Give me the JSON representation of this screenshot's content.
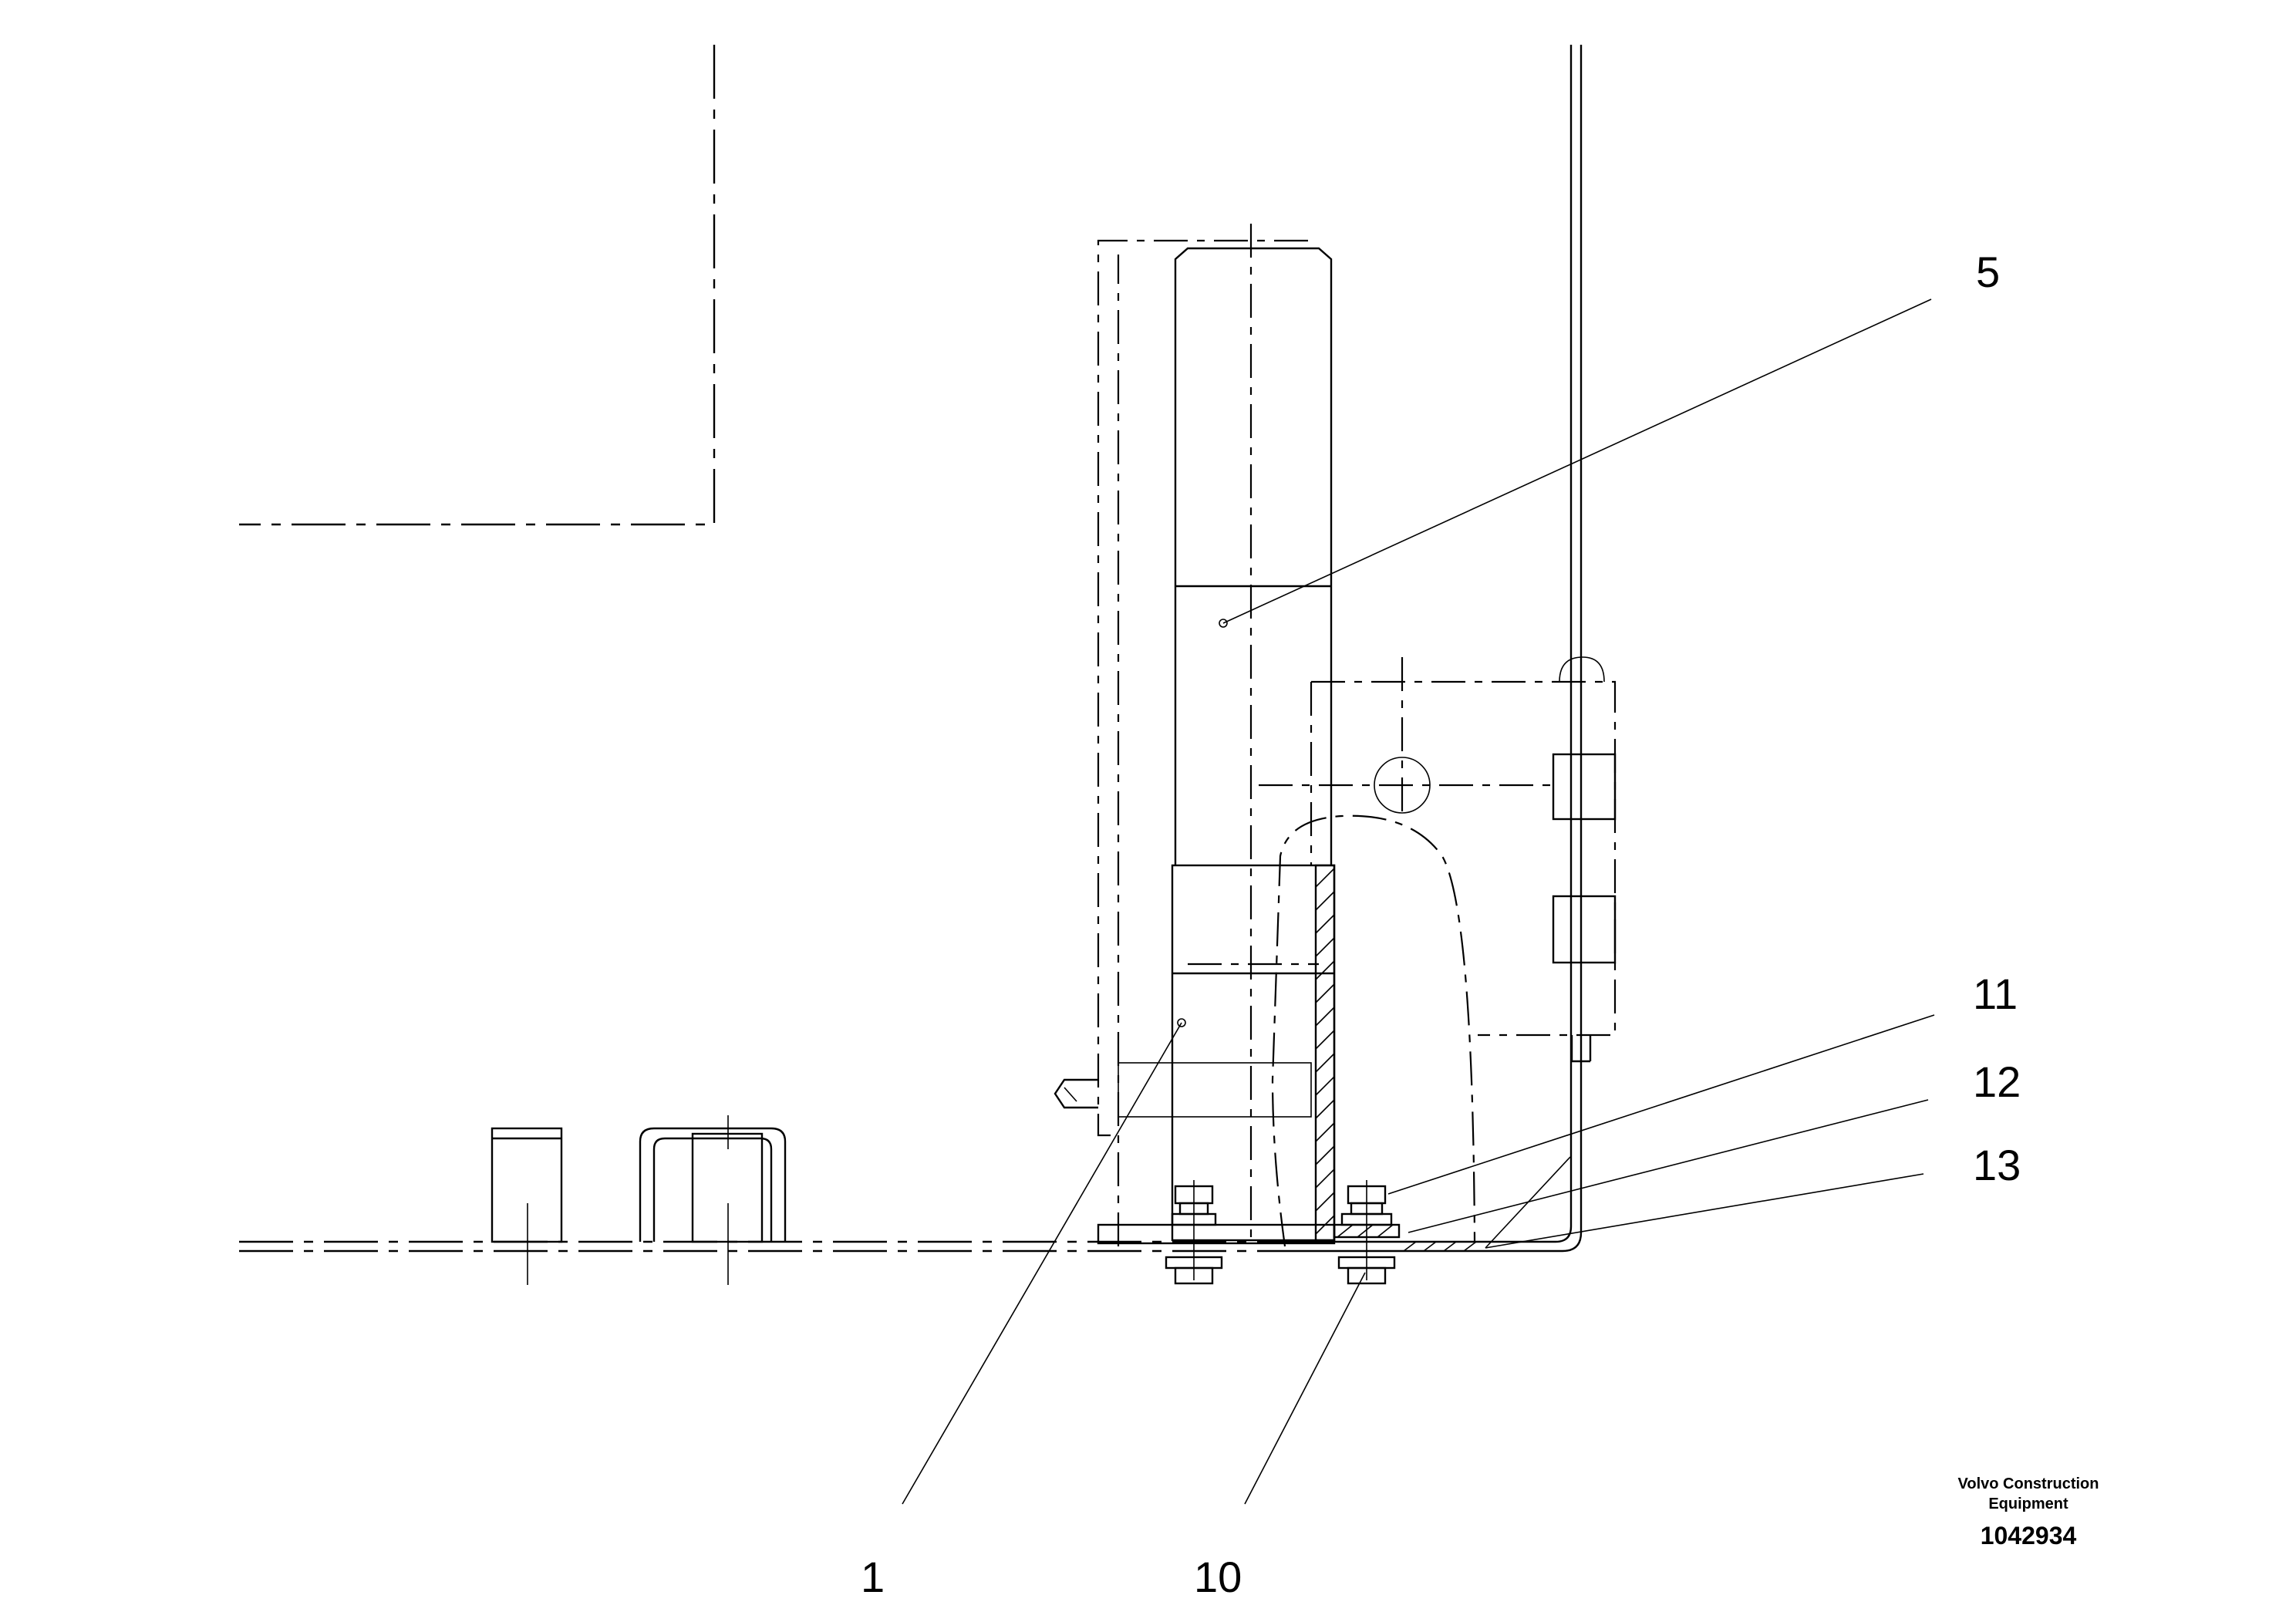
{
  "callouts": {
    "c5": "5",
    "c11": "11",
    "c12": "12",
    "c13": "13",
    "c1": "1",
    "c10": "10"
  },
  "footer": {
    "brand_line1": "Volvo Construction",
    "brand_line2": "Equipment",
    "doc_number": "1042934"
  }
}
